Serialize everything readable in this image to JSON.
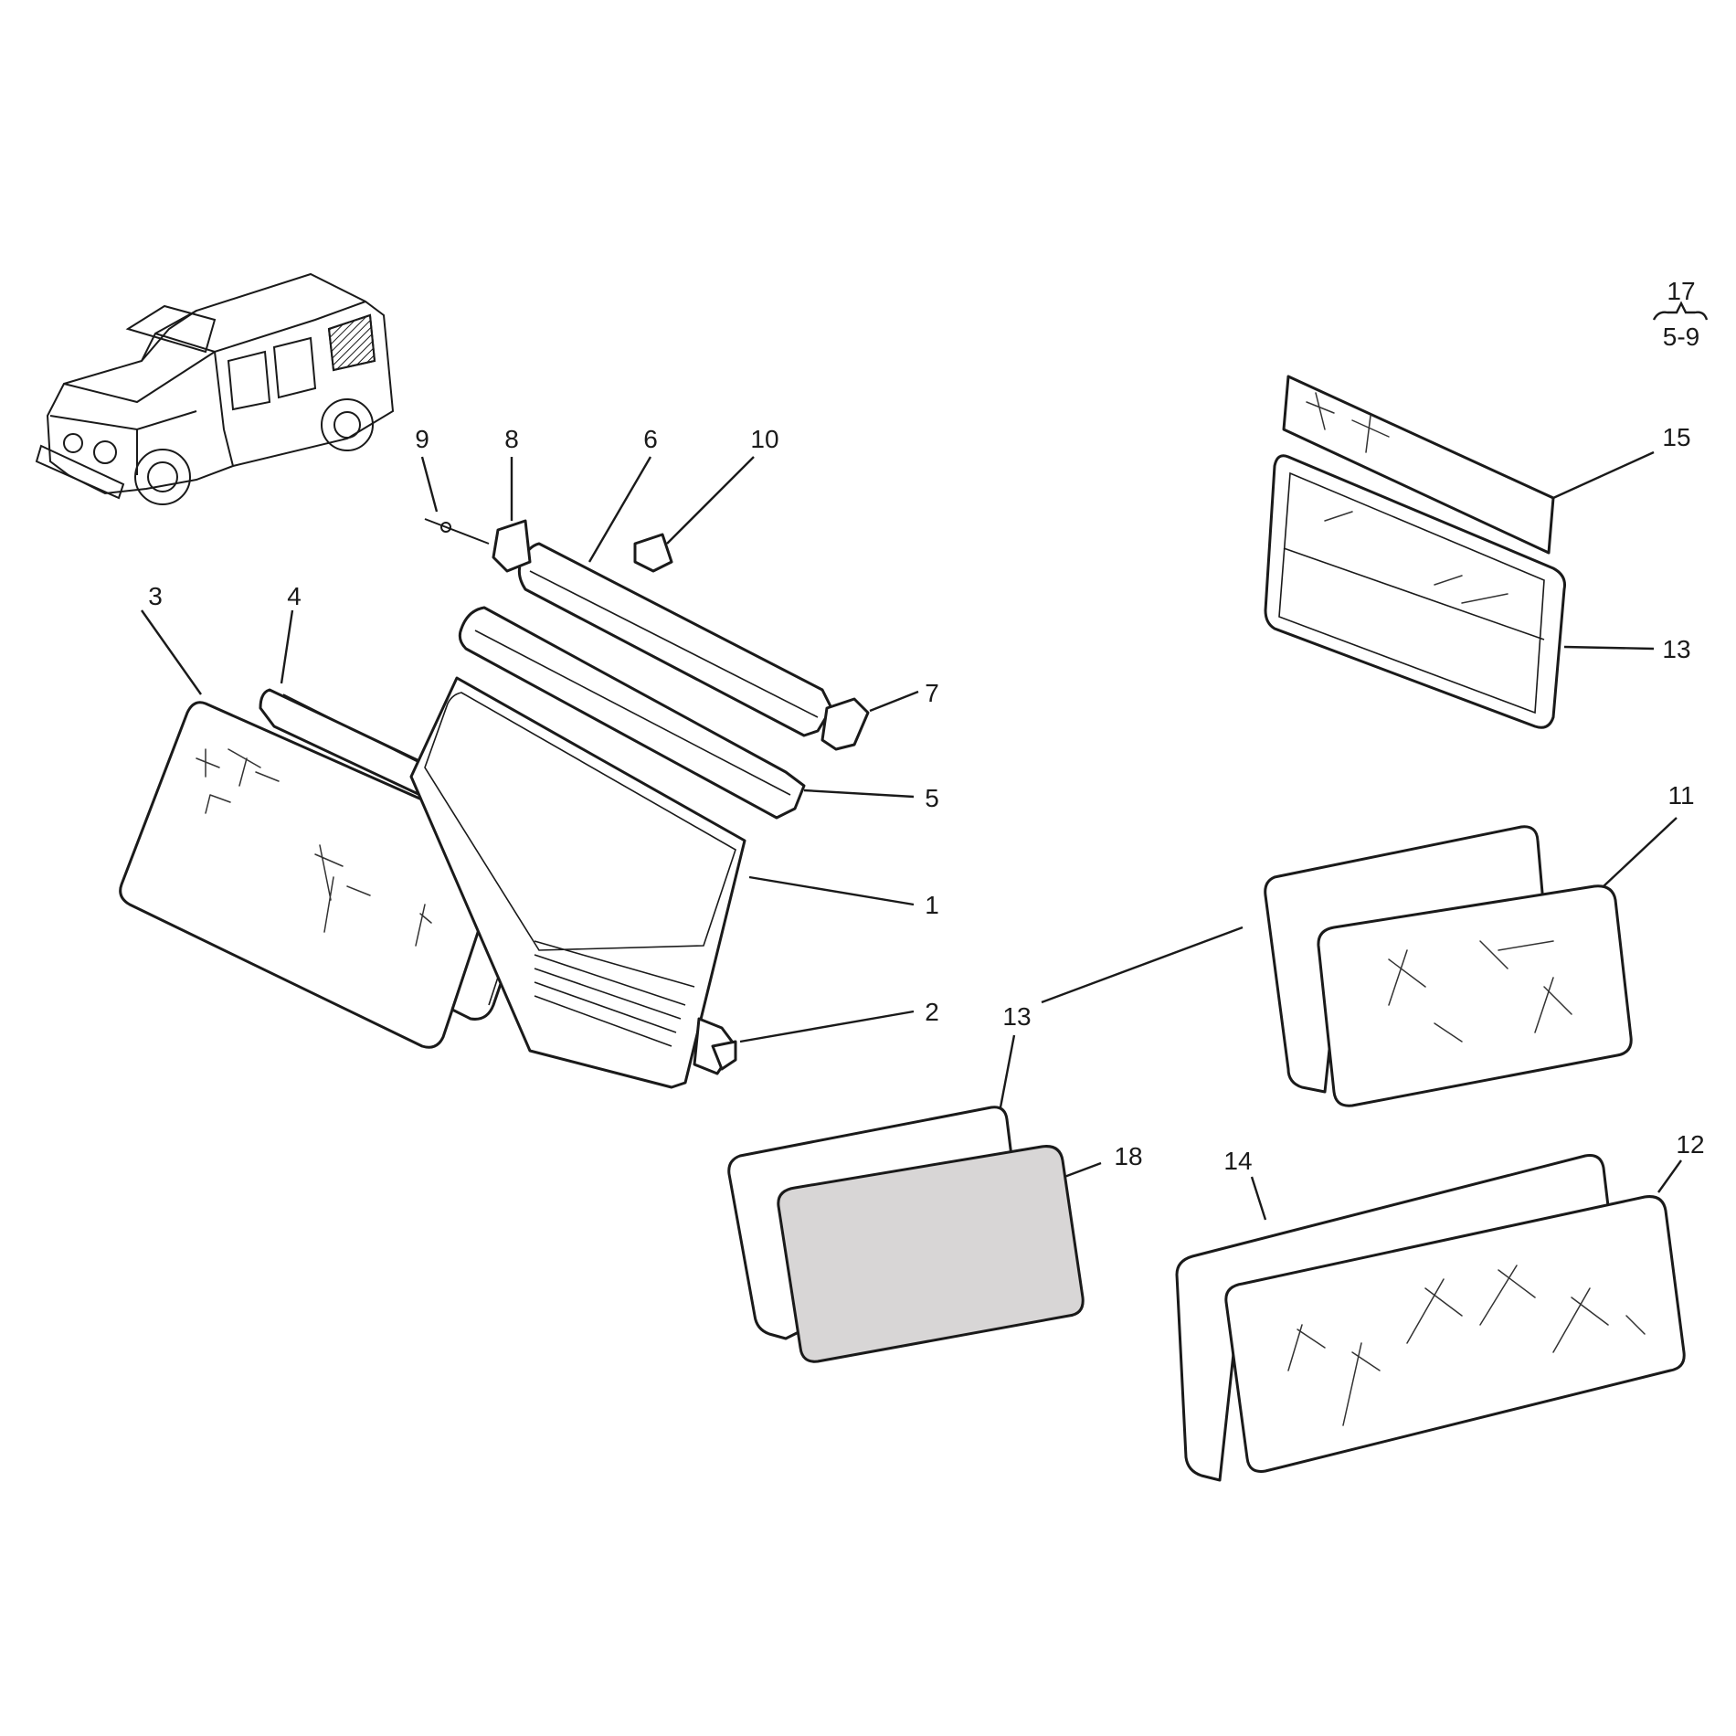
{
  "labels": {
    "l1": "1",
    "l2": "2",
    "l3": "3",
    "l4": "4",
    "l5": "5",
    "l6": "6",
    "l7": "7",
    "l8": "8",
    "l9": "9",
    "l10": "10",
    "l11": "11",
    "l12": "12",
    "l13a": "13",
    "l13b": "13",
    "l14": "14",
    "l15": "15",
    "l17": "17",
    "l18": "18",
    "ref": "5-9"
  },
  "colors": {
    "line": "#1a1a1a",
    "tinted_glass": "#d8d6d6",
    "background": "#ffffff"
  }
}
